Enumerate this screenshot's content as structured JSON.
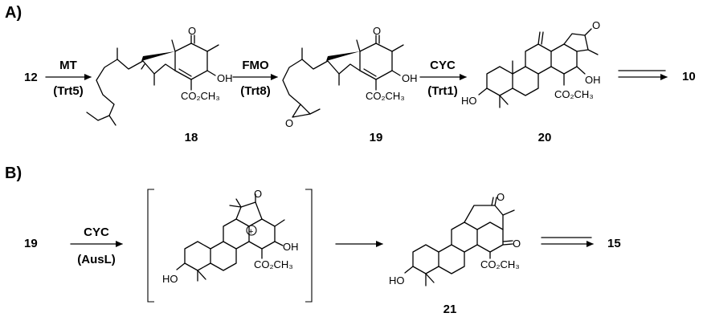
{
  "panels": {
    "a": "A)",
    "b": "B)"
  },
  "step1": {
    "enzyme": "MT",
    "gene": "(Trt5)"
  },
  "step2": {
    "enzyme": "FMO",
    "gene": "(Trt8)"
  },
  "step3": {
    "enzyme": "CYC",
    "gene": "(Trt1)"
  },
  "step4": {
    "enzyme": "CYC",
    "gene": "(AusL)"
  },
  "compounds": {
    "c12": "12",
    "c18": "18",
    "c19": "19",
    "c20": "20",
    "c10": "10",
    "c19b": "19",
    "c21": "21",
    "c15": "15"
  },
  "groups": {
    "oh": "OH",
    "ho": "HO",
    "ester": "CO₂CH₃",
    "oxo": "O",
    "epox_o": "O",
    "cation": "+"
  }
}
